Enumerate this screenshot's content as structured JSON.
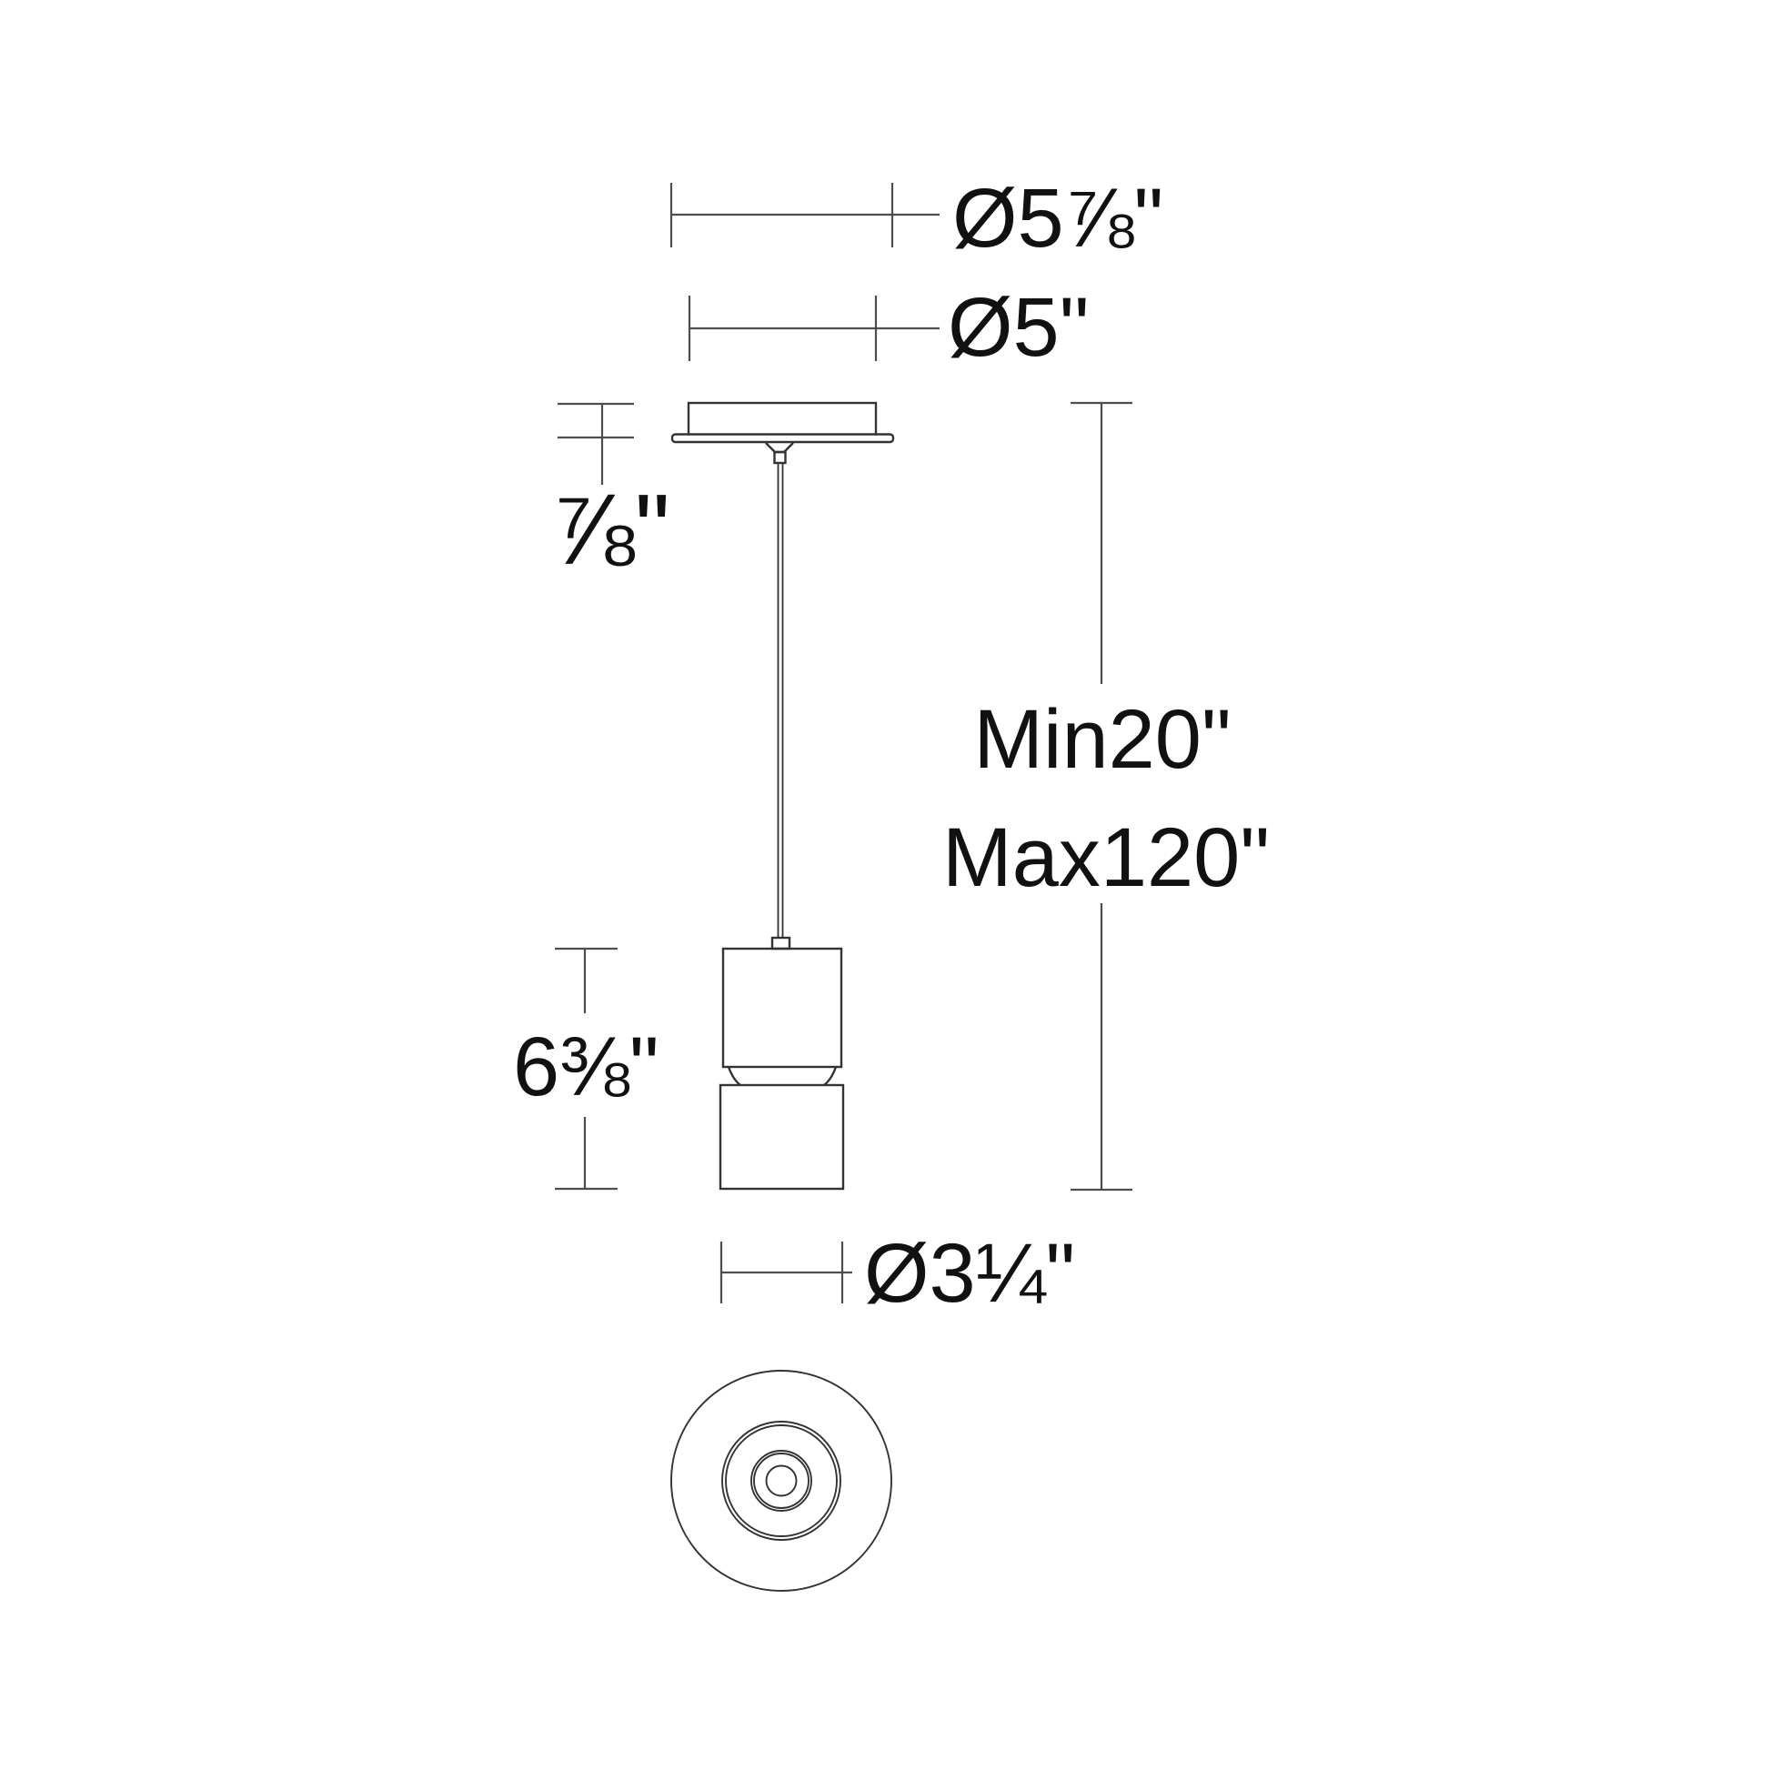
{
  "drawing": {
    "type": "technical-dimension-drawing",
    "subject": "pendant-light-fixture",
    "labels": {
      "canopy_outer_diameter": "Ø5⅞\"",
      "canopy_body_diameter": "Ø5\"",
      "canopy_height": "⅞\"",
      "suspension_min": "Min20\"",
      "suspension_max": "Max120\"",
      "fixture_height": "6⅜\"",
      "fixture_diameter": "Ø3¼\""
    },
    "colors": {
      "background": "#ffffff",
      "line": "#4d4d4d",
      "outline": "#333333",
      "text": "#111111"
    }
  }
}
